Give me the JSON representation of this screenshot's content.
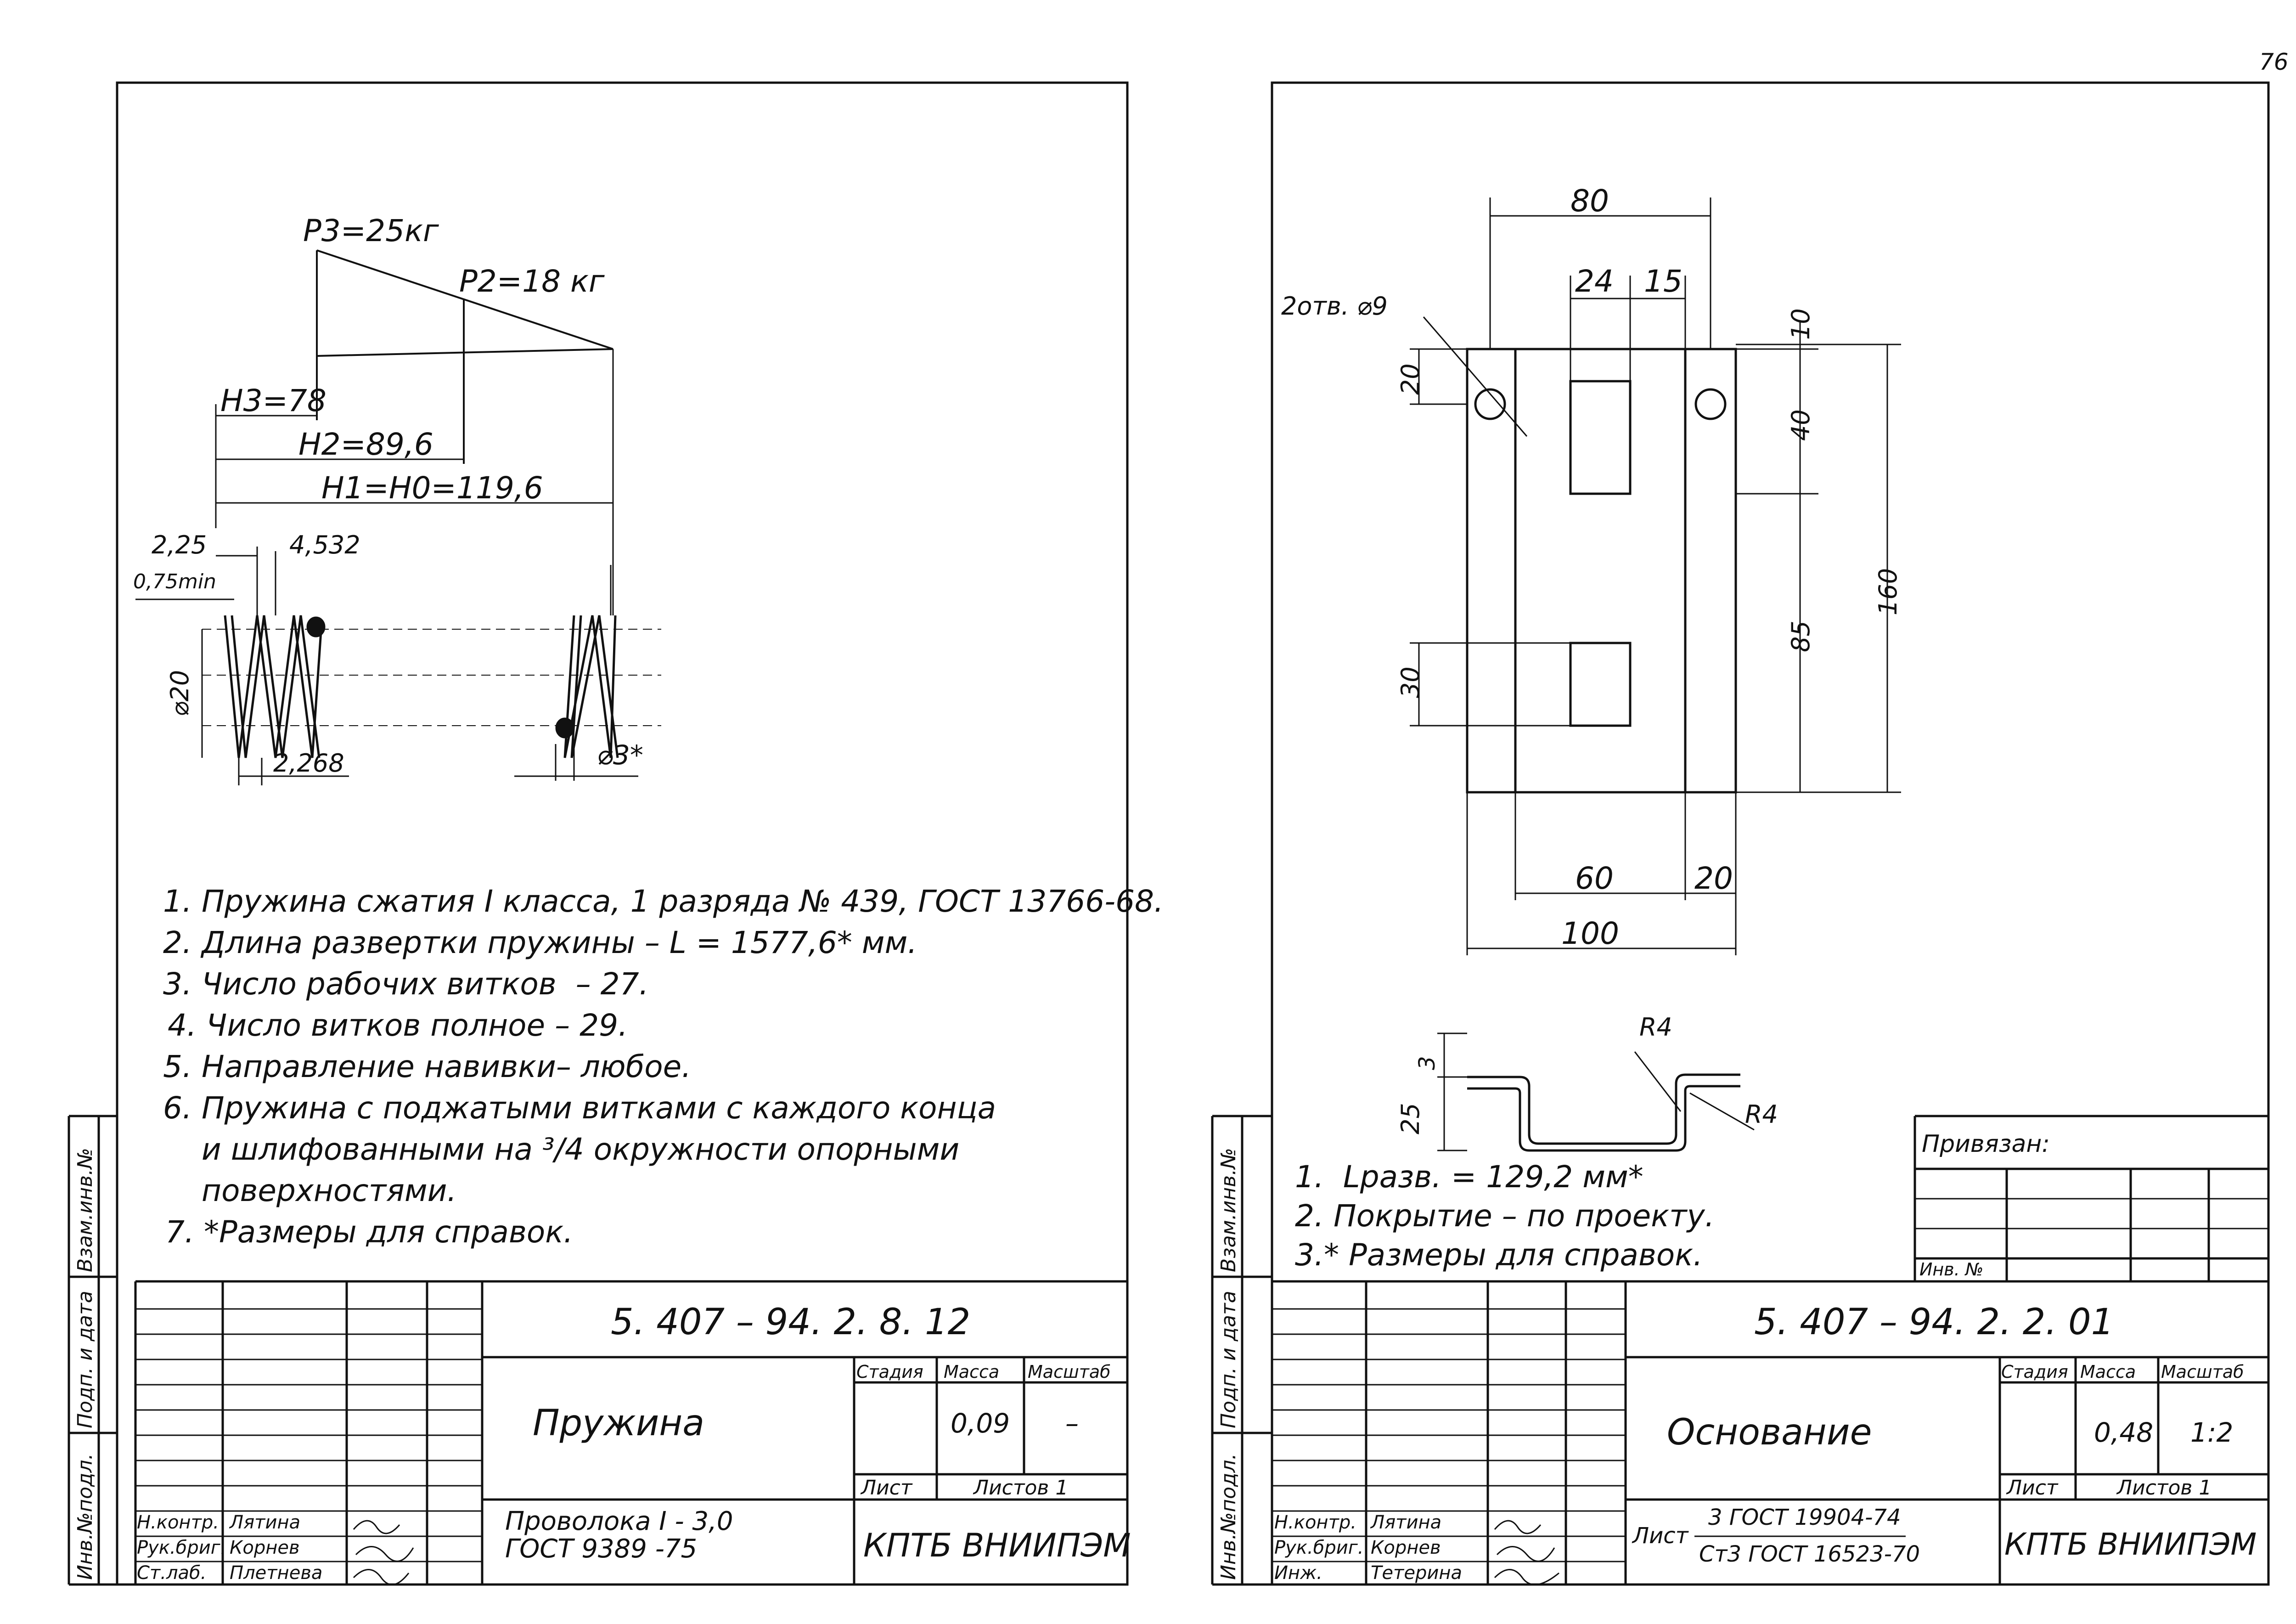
{
  "page_number": "76",
  "left_sheet": {
    "diagram": {
      "p3": "P3=25кг",
      "p2": "P2=18 кг",
      "h3": "H3=78",
      "h2": "H2=89,6",
      "h1": "H1=H0=119,6",
      "d225": "2,25",
      "d4532": "4,532",
      "d075": "0,75min",
      "d20": "⌀20",
      "d2268": "2,268",
      "d3": "⌀3*"
    },
    "notes": [
      "1. Пружина сжатия I класса, 1 разряда № 439, ГОСТ 13766-68.",
      "2. Длина развертки пружины – L = 1577,6* мм.",
      "3. Число рабочих витков  – 27.",
      "4. Число витков полное – 29.",
      "5. Направление навивки– любое.",
      "6. Пружина с поджатыми витками с каждого конца",
      "    и шлифованными на ³/4 окружности опорными",
      "    поверхностями.",
      "7. *Размеры для справок."
    ],
    "side_labels": [
      "Инв.№подл.",
      "Подп. и дата",
      "Взам.инв.№"
    ],
    "title_block": {
      "code": "5. 407 – 94. 2. 8. 12",
      "name": "Пружина",
      "stage_label": "Стадия",
      "mass_label": "Масса",
      "scale_label": "Масштаб",
      "mass": "0,09",
      "scale": "–",
      "sheet_label": "Лист",
      "sheets_label": "Листов 1",
      "material_line1": "Проволока I - 3,0",
      "material_line2": "ГОСТ 9389 -75",
      "org": "КПТБ ВНИИПЭМ",
      "roles": [
        "Н.контр.",
        "Рук.бриг.",
        "Ст.лаб."
      ],
      "names": [
        "Лятина",
        "Корнев",
        "Плетнева"
      ]
    }
  },
  "right_sheet": {
    "diagram": {
      "d80": "80",
      "d24": "24",
      "d15": "15",
      "holes": "2отв. ⌀9",
      "d10": "10",
      "d20": "20",
      "d40": "40",
      "d85": "85",
      "d160": "160",
      "d30": "30",
      "d60": "60",
      "d20b": "20",
      "d100": "100",
      "r4a": "R4",
      "r4b": "R4",
      "d3": "3",
      "d25": "25"
    },
    "notes": [
      "1.  Lразв. = 129,2 мм*",
      "2. Покрытие – по проекту.",
      "3.* Размеры для справок."
    ],
    "privyazan": "Привязан:",
    "inv": "Инв. №",
    "side_labels": [
      "Инв.№подл.",
      "Подп. и дата",
      "Взам.инв.№"
    ],
    "title_block": {
      "code": "5. 407 – 94. 2. 2. 01",
      "name": "Основание",
      "stage_label": "Стадия",
      "mass_label": "Масса",
      "scale_label": "Масштаб",
      "mass": "0,48",
      "scale": "1:2",
      "sheet_label": "Лист",
      "sheets_label": "Листов 1",
      "material_prefix": "Лист",
      "material_line1": "3 ГОСТ 19904-74",
      "material_line2": "Ст3 ГОСТ 16523-70",
      "org": "КПТБ ВНИИПЭМ",
      "roles": [
        "Н.контр.",
        "Рук.бриг.",
        "Инж."
      ],
      "names": [
        "Лятина",
        "Корнев",
        "Тетерина"
      ]
    }
  }
}
